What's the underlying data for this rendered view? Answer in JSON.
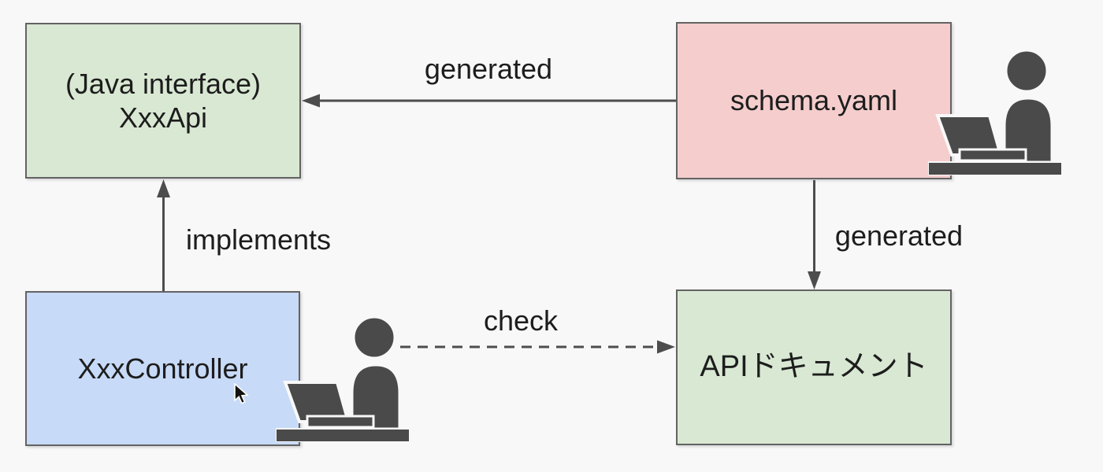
{
  "diagram": {
    "background": "#f8f8f8",
    "nodes": {
      "xxx_api": {
        "line1": "(Java interface)",
        "line2": "XxxApi",
        "fill": "#d9e8d3"
      },
      "schema_yaml": {
        "label": "schema.yaml",
        "fill": "#f5cdcd"
      },
      "xxx_controller": {
        "label": "XxxController",
        "fill": "#c7daf7"
      },
      "api_document": {
        "label": "APIドキュメント",
        "fill": "#d9e8d3"
      }
    },
    "edges": {
      "schema_to_api": {
        "label": "generated",
        "style": "solid",
        "direction": "right-to-left"
      },
      "controller_to_api": {
        "label": "implements",
        "style": "solid",
        "direction": "bottom-to-top"
      },
      "schema_to_doc": {
        "label": "generated",
        "style": "solid",
        "direction": "top-to-bottom"
      },
      "developer_to_doc": {
        "label": "check",
        "style": "dashed",
        "direction": "left-to-right"
      }
    },
    "icons": {
      "person_top": "person-at-laptop-icon",
      "person_bottom": "person-at-laptop-icon",
      "cursor": "mouse-cursor-icon"
    },
    "colors": {
      "border": "#636363",
      "arrow": "#4d4d4d",
      "text": "#1d1d1d",
      "icon": "#4a4a4a"
    }
  }
}
